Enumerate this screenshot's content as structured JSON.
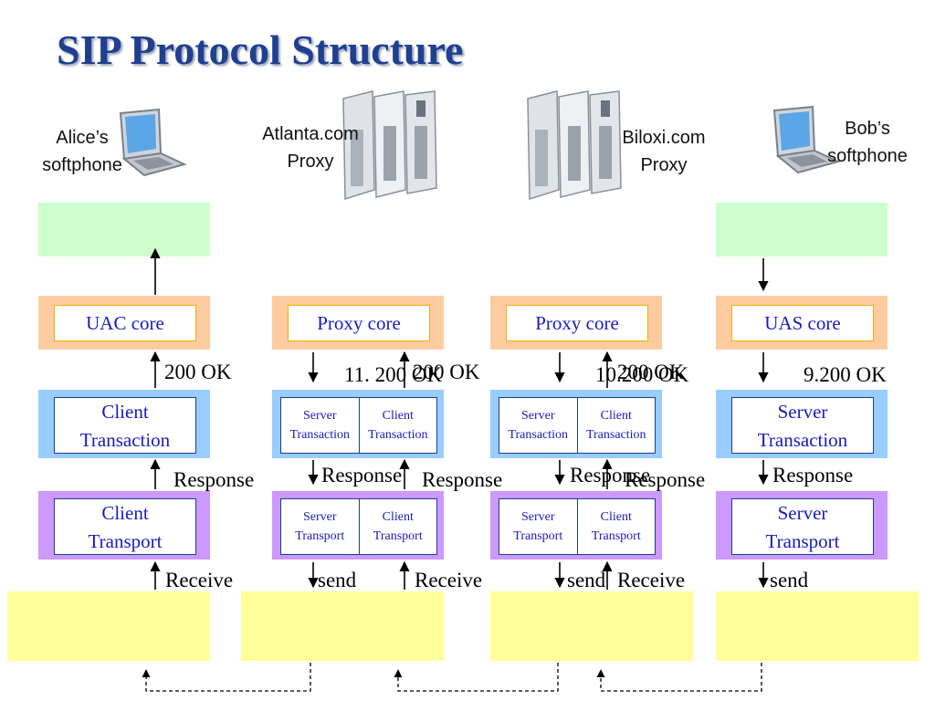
{
  "title": "SIP Protocol Structure",
  "endpoints": {
    "alice": [
      "Alice’s",
      "softphone"
    ],
    "atlanta": [
      "Atlanta.com",
      "Proxy"
    ],
    "biloxi": [
      "Biloxi.com",
      "Proxy"
    ],
    "bob": [
      "Bob’s",
      "softphone"
    ]
  },
  "cores": {
    "alice": "UAC core",
    "atlanta": "Proxy core",
    "biloxi": "Proxy core",
    "bob": "UAS core"
  },
  "transactions": {
    "alice": [
      "Client",
      "Transaction"
    ],
    "atlanta_server": [
      "Server",
      "Transaction"
    ],
    "atlanta_client": [
      "Client",
      "Transaction"
    ],
    "biloxi_server": [
      "Server",
      "Transaction"
    ],
    "biloxi_client": [
      "Client",
      "Transaction"
    ],
    "bob": [
      "Server",
      "Transaction"
    ]
  },
  "transports": {
    "alice": [
      "Client",
      "Transport"
    ],
    "atlanta_server": [
      "Server",
      "Transport"
    ],
    "atlanta_client": [
      "Client",
      "Transport"
    ],
    "biloxi_server": [
      "Server",
      "Transport"
    ],
    "biloxi_client": [
      "Client",
      "Transport"
    ],
    "bob": [
      "Server",
      "Transport"
    ]
  },
  "messages": {
    "m1": "200 OK",
    "m2": "11. 200 OK",
    "m3": "200 OK",
    "m4": "10.200 OK",
    "m5": "200 OK",
    "m6": "9.200 OK"
  },
  "responses": [
    "Response",
    "Response",
    "Response",
    "Response",
    "Response",
    "Response"
  ],
  "transport_labels": {
    "r1": "Receive",
    "s1": "send",
    "r2": "Receive",
    "s2": "send",
    "r3": "Receive",
    "s3": "send"
  }
}
